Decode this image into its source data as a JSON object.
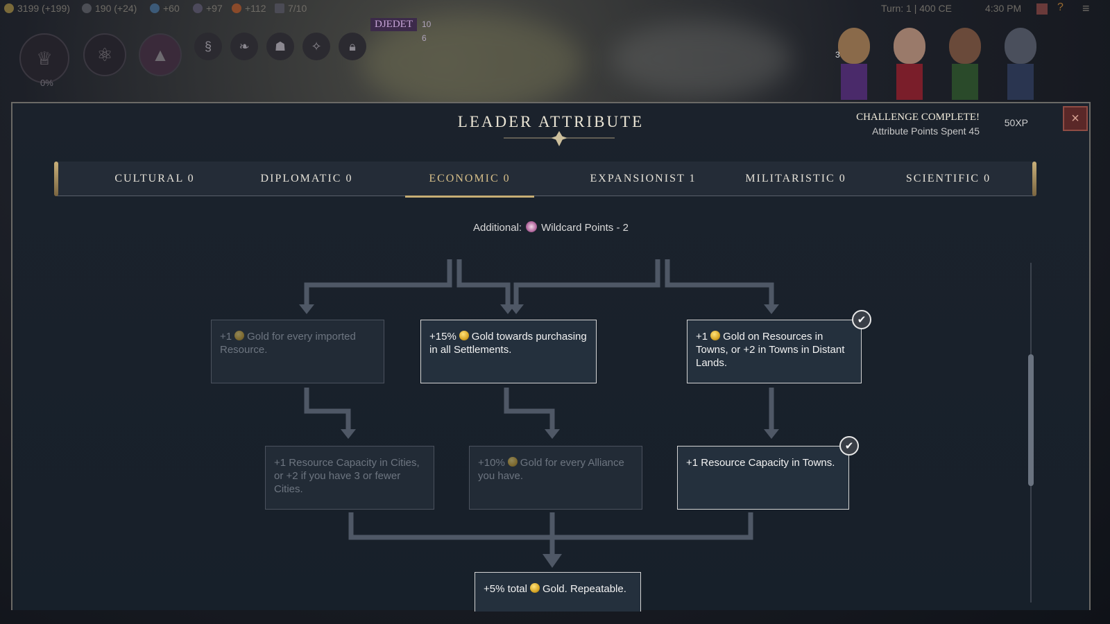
{
  "hud": {
    "stats": [
      "3199 (+199)",
      "190 (+24)",
      "+60",
      "+97",
      "+112",
      "7/10"
    ],
    "turn": "Turn: 1 | 400 CE",
    "clock": "4:30 PM",
    "victory_percent": "0%",
    "city_name": "DJEDET",
    "city_pop_top": "10",
    "city_pop_bottom": "6",
    "portrait_badge": "3"
  },
  "panel": {
    "title": "LEADER ATTRIBUTE",
    "challenge_title": "CHALLENGE COMPLETE!",
    "challenge_sub": "Attribute Points Spent 45",
    "challenge_xp": "50XP",
    "close_icon": "×",
    "tabs": [
      {
        "label": "CULTURAL 0",
        "active": false
      },
      {
        "label": "DIPLOMATIC 0",
        "active": false
      },
      {
        "label": "ECONOMIC 0",
        "active": true
      },
      {
        "label": "EXPANSIONIST 1",
        "active": false
      },
      {
        "label": "MILITARISTIC 0",
        "active": false
      },
      {
        "label": "SCIENTIFIC 0",
        "active": false
      }
    ],
    "additional_label": "Additional:",
    "additional_value": "Wildcard Points - 2"
  },
  "tree": {
    "nodes": [
      {
        "pre": "+1",
        "post": "Gold for every imported Resource.",
        "unlocked": false,
        "checked": false
      },
      {
        "pre": "+15%",
        "post": "Gold towards purchasing in all Settlements.",
        "unlocked": true,
        "checked": false
      },
      {
        "pre": "+1",
        "post": "Gold on Resources in Towns, or +2 in Towns in Distant Lands.",
        "unlocked": true,
        "checked": true
      },
      {
        "pre": "",
        "post": "+1 Resource Capacity in Cities, or +2 if you have 3 or fewer Cities.",
        "unlocked": false,
        "checked": false
      },
      {
        "pre": "+10%",
        "post": "Gold for every Alliance you have.",
        "unlocked": false,
        "checked": false
      },
      {
        "pre": "",
        "post": "+1 Resource Capacity in Towns.",
        "unlocked": true,
        "checked": true
      },
      {
        "pre": "+5% total",
        "post": "Gold. Repeatable.",
        "unlocked": true,
        "checked": false
      }
    ]
  },
  "colors": {
    "panel_bg": "#1b222c",
    "tab_active": "#d8c08a",
    "gold": "#d8a727",
    "connector": "#4f5866",
    "close_bg": "#5a2828"
  }
}
